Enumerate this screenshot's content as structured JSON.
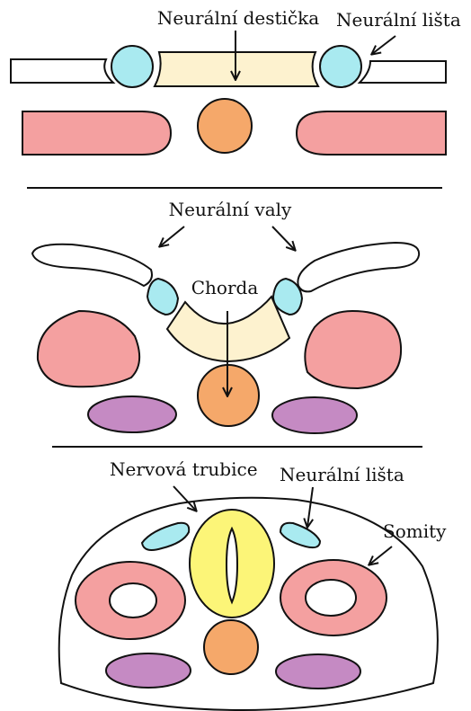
{
  "labels": {
    "neural_plate": "Neurální destička",
    "neural_crest_top": "Neurální lišta",
    "neural_folds": "Neurální valy",
    "chorda": "Chorda",
    "neural_tube": "Nervová trubice",
    "neural_crest_bottom": "Neurální lišta",
    "somites": "Somity"
  },
  "colors": {
    "neural_plate": "#fdf2cf",
    "neural_crest": "#a9eaf0",
    "somite": "#f4a0a0",
    "notochord": "#f5a86a",
    "intermediate": "#c58ac3",
    "neural_tube": "#fcf578",
    "ectoderm": "#ffffff",
    "outline": "#111111"
  }
}
